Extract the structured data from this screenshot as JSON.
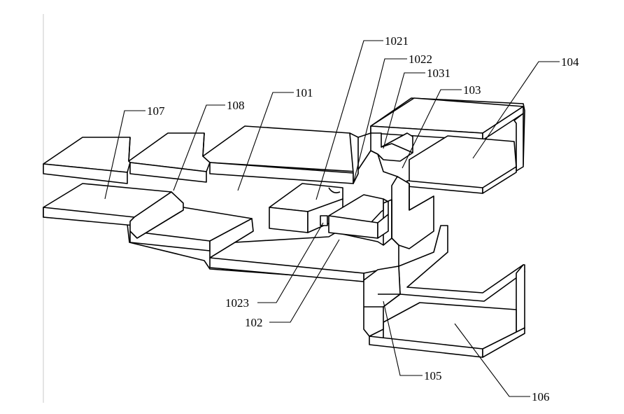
{
  "labels": {
    "l1021": "1021",
    "l1022": "1022",
    "l1031": "1031",
    "l103": "103",
    "l104": "104",
    "l101": "101",
    "l108": "108",
    "l107": "107",
    "l1023": "1023",
    "l102": "102",
    "l105": "105",
    "l106": "106"
  }
}
